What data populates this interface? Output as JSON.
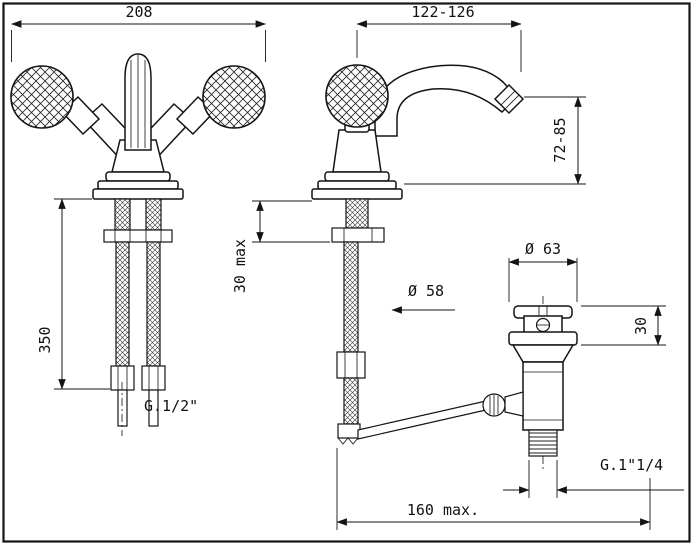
{
  "drawing": {
    "dims": {
      "front_overall_width": "208",
      "spout_reach": "122-126",
      "spout_height": "72-85",
      "hose_length": "350",
      "deck_thickness_max": "30 max",
      "base_diameter": "Ø 58",
      "waste_flange_diameter": "Ø 63",
      "waste_flange_height": "30",
      "supply_thread": "G.1/2\"",
      "waste_thread": "G.1\"1/4",
      "rod_reach_max": "160 max."
    }
  }
}
